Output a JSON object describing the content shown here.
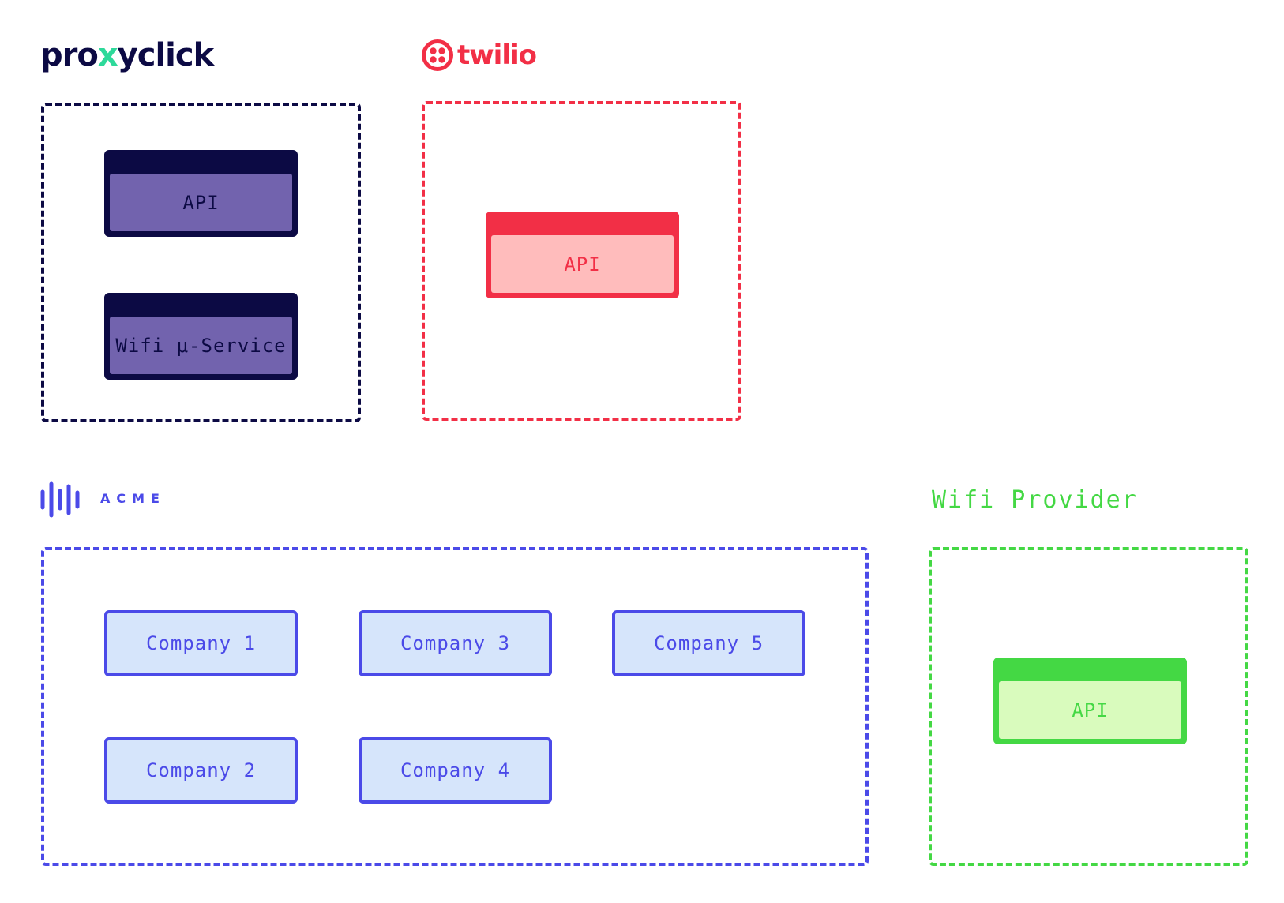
{
  "colors": {
    "proxyclick": "#0c0a44",
    "proxyclick_fill": "#7263ae",
    "proxyclick_accent": "#2ed99a",
    "twilio": "#f22f46",
    "twilio_fill": "#ffbcbc",
    "acme": "#4b4ae8",
    "acme_fill": "#d6e5fb",
    "wifi": "#44d844",
    "wifi_fill": "#d9fbbd"
  },
  "groups": {
    "proxyclick": {
      "logo_text_a": "pro",
      "logo_text_b": "x",
      "logo_text_c": "yclick",
      "components": [
        "API",
        "Wifi μ-Service"
      ]
    },
    "twilio": {
      "logo_text": "twilio",
      "logo_icon": "twilio-logo-icon",
      "components": [
        "API"
      ]
    },
    "acme": {
      "logo_text": "ACME",
      "logo_icon": "soundwave-logo-icon",
      "companies": [
        "Company 1",
        "Company 2",
        "Company 3",
        "Company 4",
        "Company 5"
      ]
    },
    "wifi_provider": {
      "label": "Wifi Provider",
      "components": [
        "API"
      ]
    }
  }
}
